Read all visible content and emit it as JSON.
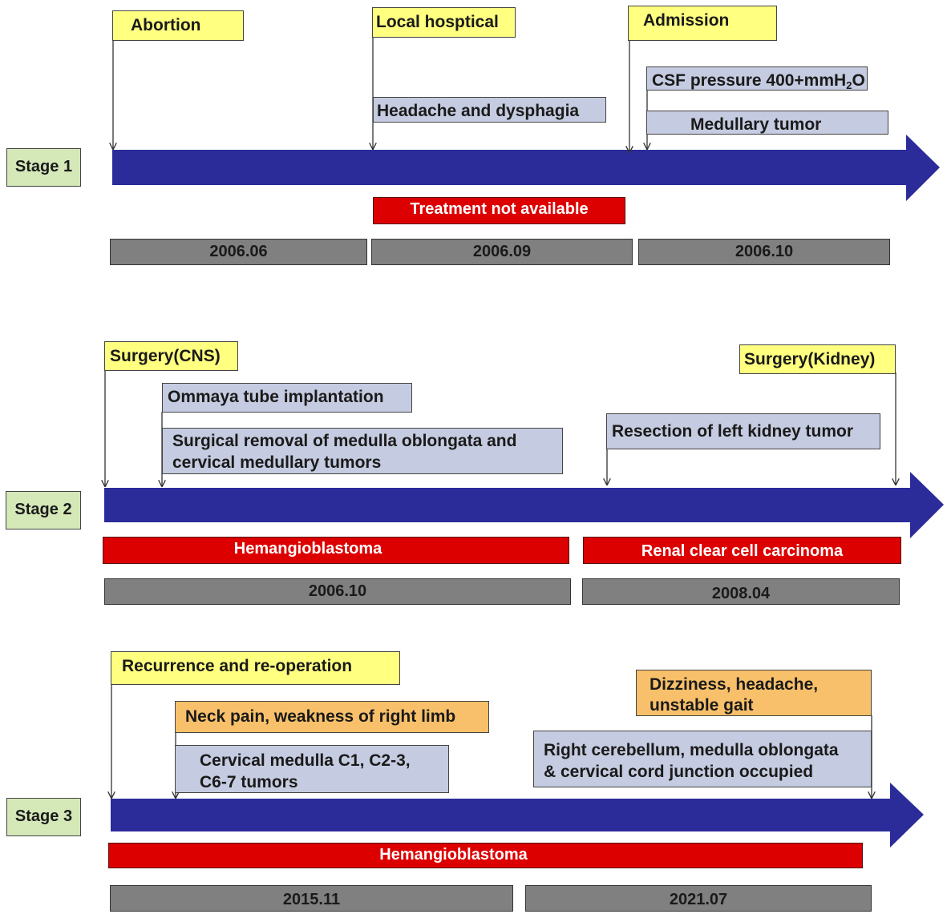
{
  "stages": {
    "stage1": {
      "label": "Stage 1",
      "events": {
        "abortion": "Abortion",
        "local_hospital": "Local hosptical",
        "admission": "Admission"
      },
      "findings": {
        "headache": "Headache and dysphagia",
        "csf_prefix": "CSF pressure 400+mmH",
        "csf_sub": "2",
        "csf_suffix": "O",
        "tumor": "Medullary tumor"
      },
      "diagnosis": "Treatment not available",
      "dates": [
        "2006.06",
        "2006.09",
        "2006.10"
      ]
    },
    "stage2": {
      "label": "Stage 2",
      "events": {
        "surgery_cns": "Surgery(CNS)",
        "surgery_kidney": "Surgery(Kidney)"
      },
      "findings": {
        "ommaya": "Ommaya tube implantation",
        "removal_line1": "Surgical removal of medulla oblongata and",
        "removal_line2": "cervical medullary tumors",
        "resection": "Resection of left kidney tumor"
      },
      "diagnoses": [
        "Hemangioblastoma",
        "Renal clear cell carcinoma"
      ],
      "dates": [
        "2006.10",
        "2008.04"
      ]
    },
    "stage3": {
      "label": "Stage 3",
      "events": {
        "recurrence": "Recurrence and re-operation"
      },
      "symptoms": {
        "neck": "Neck pain, weakness of right limb",
        "dizzy_line1": "Dizziness, headache,",
        "dizzy_line2": "unstable gait"
      },
      "findings": {
        "cervical_line1": "Cervical medulla C1, C2-3,",
        "cervical_line2": "C6-7 tumors",
        "cerebellum_line1": "Right cerebellum, medulla oblongata",
        "cerebellum_line2": "& cervical cord junction occupied"
      },
      "diagnosis": "Hemangioblastoma",
      "dates": [
        "2015.11",
        "2021.07"
      ]
    }
  },
  "colors": {
    "timeline_arrow": "#2b2b9a",
    "event_box": "#ffff80",
    "finding_box": "#c5cbe0",
    "symptom_box": "#f8c06a",
    "diagnosis_bar": "#dd0000",
    "date_bar": "#808080",
    "stage_label": "#d4e8b8"
  }
}
